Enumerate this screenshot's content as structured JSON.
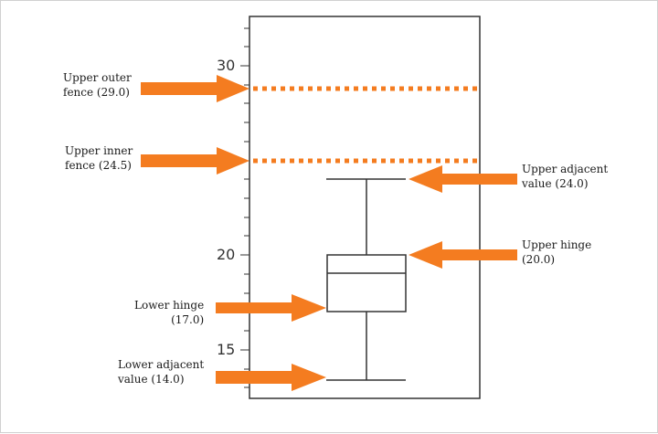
{
  "axis": {
    "ticks": [
      {
        "value": 30,
        "label": "30"
      },
      {
        "value": 20,
        "label": "20"
      },
      {
        "value": 15,
        "label": "15"
      }
    ]
  },
  "annotations": {
    "upper_outer_fence": {
      "line1": "Upper outer",
      "line2": "fence (29.0)",
      "value": 29.0
    },
    "upper_inner_fence": {
      "line1": "Upper inner",
      "line2": "fence (24.5)",
      "value": 24.5
    },
    "upper_adjacent": {
      "line1": "Upper adjacent",
      "line2": "value (24.0)",
      "value": 24.0
    },
    "upper_hinge": {
      "line1": "Upper hinge",
      "line2": "(20.0)",
      "value": 20.0
    },
    "lower_hinge": {
      "line1": "Lower hinge",
      "line2": "(17.0)",
      "value": 17.0
    },
    "lower_adjacent": {
      "line1": "Lower adjacent",
      "line2": "value (14.0)",
      "value": 14.0
    }
  },
  "box": {
    "median": 19.0
  },
  "colors": {
    "arrow": "#f47c20",
    "fence": "#f47c20",
    "box": "#333333",
    "axis": "#333333"
  }
}
